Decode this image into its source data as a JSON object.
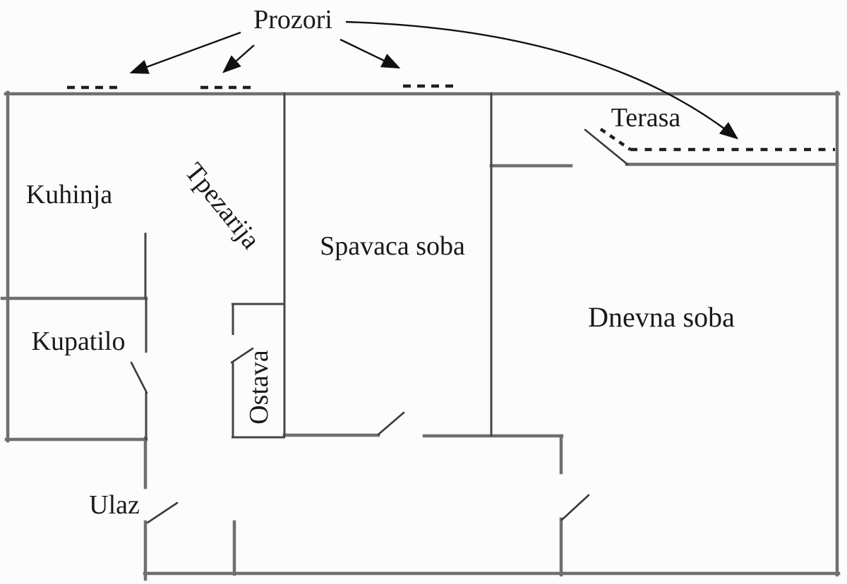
{
  "diagram": {
    "type": "floor-plan",
    "annotation": {
      "windows_label": "Prozori"
    },
    "rooms": {
      "kitchen": "Kuhinja",
      "dining_room": "Tpezarija",
      "bedroom": "Spavaca soba",
      "bathroom": "Kupatilo",
      "pantry": "Ostava",
      "entrance": "Ulaz",
      "living_room": "Dnevna soba",
      "terrace": "Terasa"
    },
    "colors": {
      "background": "#fcfcfc",
      "wall": "#6f6f6f",
      "wall-thin": "#454545",
      "door": "#3a3a3a",
      "window": "#1f1f1f",
      "arrow": "#101010",
      "text": "#1a1a1a"
    }
  }
}
